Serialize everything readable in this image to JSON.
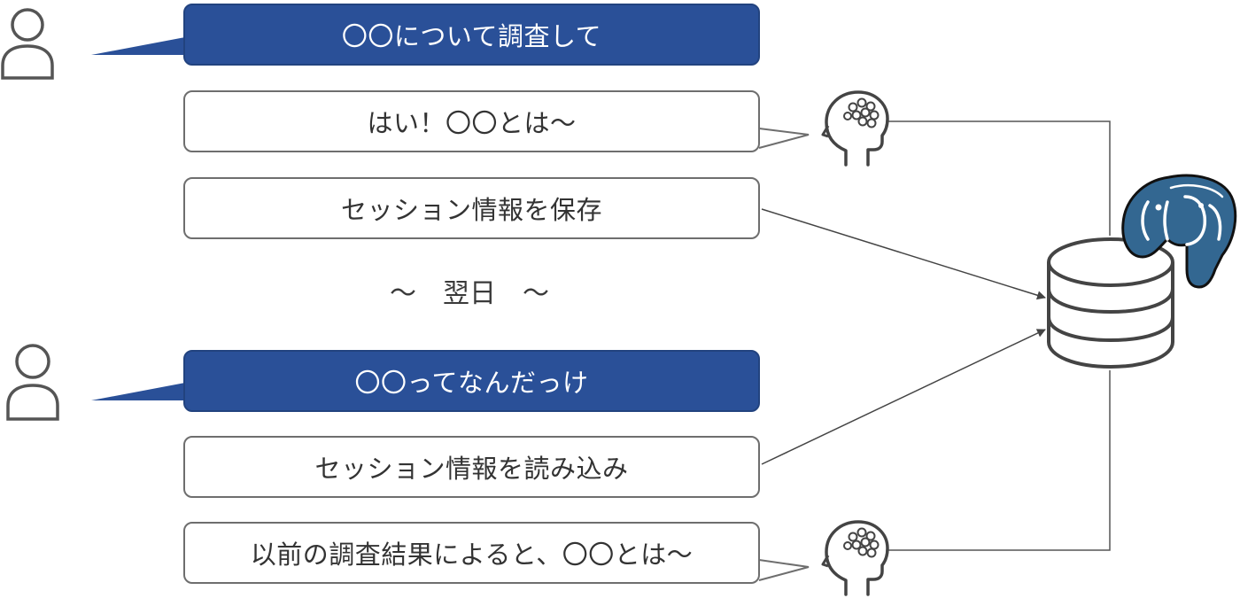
{
  "conversation": {
    "user_request_1": "〇〇について調査して",
    "ai_reply_1": "はい！〇〇とは～",
    "save_session": "セッション情報を保存",
    "next_day": "～　翌日　～",
    "user_request_2": "〇〇ってなんだっけ",
    "load_session": "セッション情報を読み込み",
    "ai_reply_2": "以前の調査結果によると、〇〇とは～"
  },
  "icons": {
    "user": "person-icon",
    "assistant": "ai-brain-icon",
    "storage": "database-icon",
    "brand": "postgresql-elephant-icon"
  },
  "colors": {
    "user_bubble": "#2a5098",
    "outline": "#6e6e6e",
    "line": "#555555",
    "elephant": "#336791"
  }
}
